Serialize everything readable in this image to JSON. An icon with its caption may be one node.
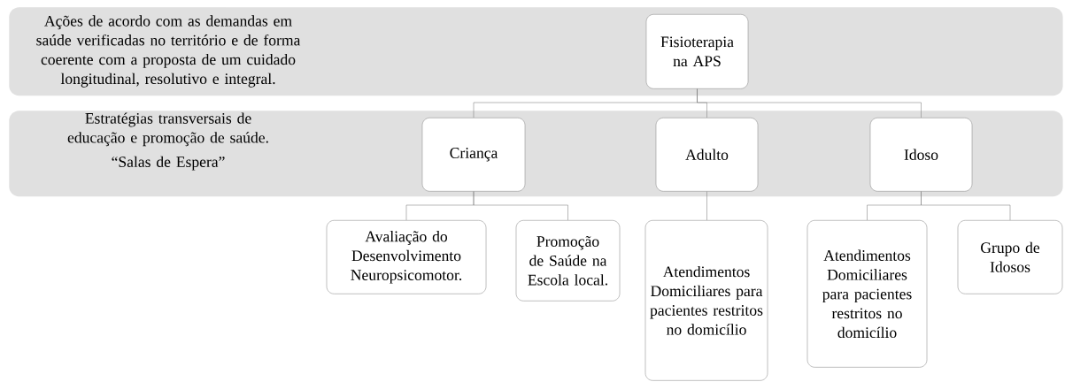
{
  "diagram": {
    "nodes": [
      {
        "text": [
          "Ações de acordo com as demandas em saúde verificadas no território e de forma coerente com a proposta de um cuidado longitudinal, resolutivo e integral."
        ]
      },
      {
        "text": [
          "Fisioterapia na APS"
        ],
        "in": 0
      },
      {
        "text": [
          "Estratégias transversais de educação e promoção de saúde.",
          "“Salas de Espera”"
        ]
      },
      {
        "text": [
          "Criança"
        ],
        "in": 2
      },
      {
        "text": [
          "Adulto"
        ],
        "in": 2
      },
      {
        "text": [
          "Idoso"
        ],
        "in": 2
      },
      {
        "text": [
          "Avaliação do Desenvolvimento Neuropsicomotor."
        ]
      },
      {
        "text": [
          "Promoção de Saúde na Escola local."
        ]
      },
      {
        "text": [
          "Atendimentos Domiciliares para pacientes restritos no domicílio"
        ]
      },
      {
        "text": [
          "Atendimentos Domiciliares para pacientes restritos no domicílio"
        ]
      },
      {
        "text": [
          "Grupo de Idosos"
        ]
      }
    ],
    "edges": [
      {
        "from": 1,
        "to": 3,
        "arrow": "none"
      },
      {
        "from": 1,
        "to": 4,
        "arrow": "none"
      },
      {
        "from": 1,
        "to": 5,
        "arrow": "none"
      },
      {
        "from": 3,
        "to": 6,
        "arrow": "none"
      },
      {
        "from": 3,
        "to": 7,
        "arrow": "none"
      },
      {
        "from": 4,
        "to": 8,
        "arrow": "none"
      },
      {
        "from": 5,
        "to": 9,
        "arrow": "none"
      },
      {
        "from": 5,
        "to": 10,
        "arrow": "none"
      }
    ]
  }
}
